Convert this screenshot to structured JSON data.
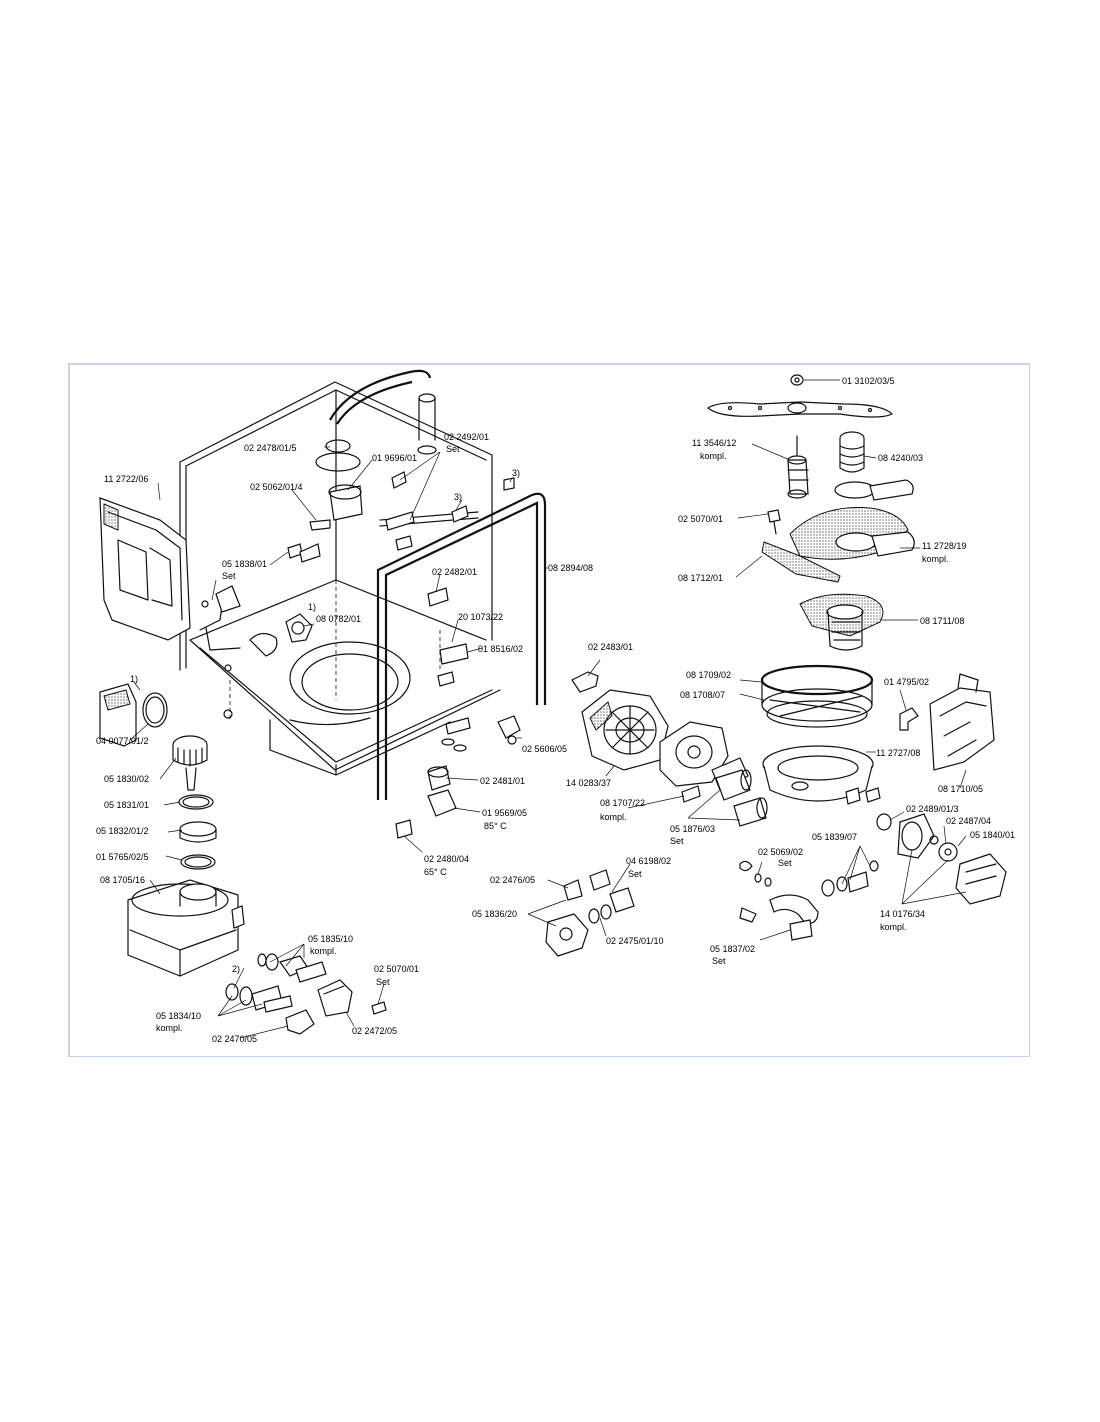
{
  "labels": {
    "l_01_3102": "01 3102/03/5",
    "l_11_3546a": "11 3546/12",
    "l_11_3546b": "kompl.",
    "l_08_4240": "08 4240/03",
    "l_02_5070_a": "02 5070/01",
    "l_11_2728a": "11 2728/19",
    "l_11_2728b": "kompl.",
    "l_08_1712": "08 1712/01",
    "l_08_1711": "08 1711/08",
    "l_08_1709": "08 1709/02",
    "l_08_1708": "08 1708/07",
    "l_01_4795": "01 4795/02",
    "l_11_2727": "11 2727/08",
    "l_08_1710": "08 1710/05",
    "l_02_2489": "02 2489/01/3",
    "l_02_2487": "02 2487/04",
    "l_05_1839": "05 1839/07",
    "l_05_1840": "05 1840/01",
    "l_02_5069a": "02 5069/02",
    "l_02_5069b": "Set",
    "l_14_0176a": "14 0176/34",
    "l_14_0176b": "kompl.",
    "l_05_1837a": "05 1837/02",
    "l_05_1837b": "Set",
    "l_02_2478": "02 2478/01/5",
    "l_02_2492a": "02 2492/01",
    "l_02_2492b": "Set",
    "l_01_9696": "01 9696/01",
    "l_3a": "3)",
    "l_3b": "3)",
    "l_11_2722": "11 2722/06",
    "l_02_5062": "02 5062/01/4",
    "l_05_1838a": "05 1838/01",
    "l_05_1838b": "Set",
    "l_08_2894": "08 2894/08",
    "l_02_2482": "02 2482/01",
    "l_1a": "1)",
    "l_08_0782": "08 0782/01",
    "l_20_1073": "20 1073/22",
    "l_01_8516": "01 8516/02",
    "l_1b": "1)",
    "l_04_0077": "04 0077/01/2",
    "l_05_1830": "05 1830/02",
    "l_05_1831": "05 1831/01",
    "l_05_1832": "05 1832/01/2",
    "l_01_5765": "01 5765/02/5",
    "l_08_1705": "08 1705/16",
    "l_02_2483": "02 2483/01",
    "l_02_5606": "02 5606/05",
    "l_14_0283": "14 0283/37",
    "l_02_2481": "02 2481/01",
    "l_01_9569a": "01 9569/05",
    "l_01_9569b": "85° C",
    "l_08_1707a": "08 1707/22",
    "l_08_1707b": "kompl.",
    "l_05_1876a": "05 1876/03",
    "l_05_1876b": "Set",
    "l_02_2480a": "02 2480/04",
    "l_02_2480b": "65° C",
    "l_02_2476": "02 2476/05",
    "l_04_6198a": "04 6198/02",
    "l_04_6198b": "Set",
    "l_05_1836": "05 1836/20",
    "l_02_2475": "02 2475/01/10",
    "l_05_1835a": "05 1835/10",
    "l_05_1835b": "kompl.",
    "l_2": "2)",
    "l_02_5070_ba": "02 5070/01",
    "l_02_5070_bb": "Set",
    "l_05_1834a": "05 1834/10",
    "l_05_1834b": "kompl.",
    "l_02_2470": "02 2470/05",
    "l_02_2472": "02 2472/05"
  }
}
